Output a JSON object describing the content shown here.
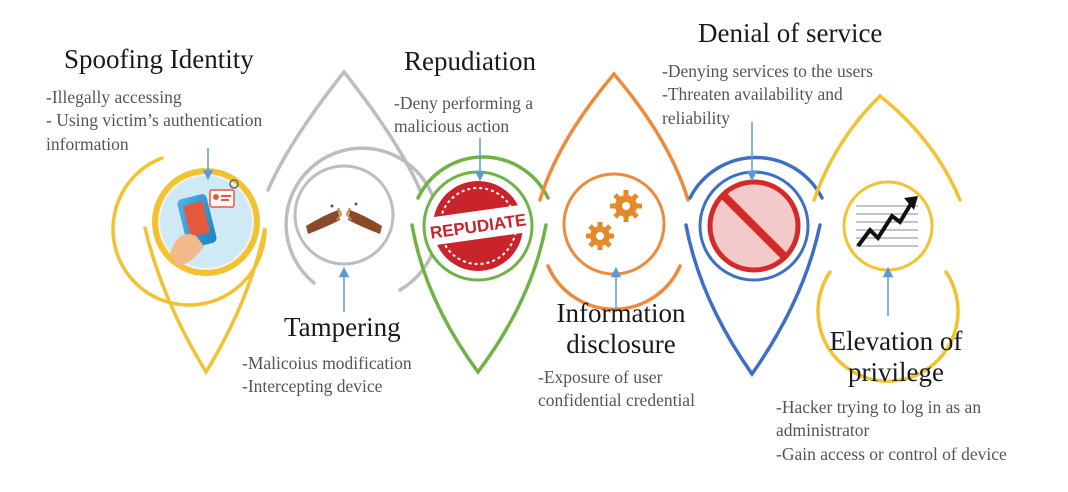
{
  "colors": {
    "spoofing": "#f2c230",
    "tampering": "#bdbdbd",
    "repudiation": "#6fb344",
    "information": "#ee8b3a",
    "denial": "#3e6fc4",
    "elevation": "#f2c230",
    "arrow": "#5b9bd5",
    "text": "#1a1a1a",
    "description": "#555555"
  },
  "stages": [
    {
      "key": "spoofing",
      "title": "Spoofing Identity",
      "lines": [
        "-Illegally accessing",
        "- Using victim’s authentication",
        "information"
      ],
      "icon": "phone-identity-icon"
    },
    {
      "key": "tampering",
      "title": "Tampering",
      "lines": [
        "-Malicoius modification",
        "-Intercepting device"
      ],
      "icon": "broken-stick-icon"
    },
    {
      "key": "repudiation",
      "title": "Repudiation",
      "lines": [
        "-Deny performing a",
        "malicious action"
      ],
      "icon": "repudiate-stamp-icon",
      "stamp_text": "REPUDIATE"
    },
    {
      "key": "information",
      "title_lines": [
        "Information",
        "disclosure"
      ],
      "lines": [
        "-Exposure of user",
        "confidential credential"
      ],
      "icon": "gears-icon"
    },
    {
      "key": "denial",
      "title": "Denial of service",
      "lines": [
        "-Denying services to the users",
        "-Threaten availability and",
        "reliability"
      ],
      "icon": "prohibited-sign-icon"
    },
    {
      "key": "elevation",
      "title_lines": [
        "Elevation of",
        "privilege"
      ],
      "lines": [
        "-Hacker trying to log in as an",
        "administrator",
        "-Gain access or control of device"
      ],
      "icon": "rising-chart-icon"
    }
  ]
}
